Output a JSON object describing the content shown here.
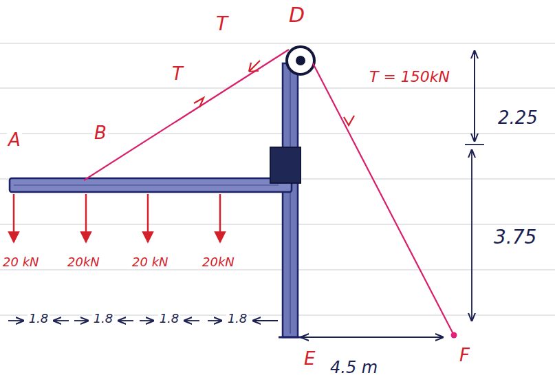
{
  "diagram": {
    "labels": [
      "A",
      "B",
      "T",
      "T",
      "D",
      "T = 150kN",
      "2.25",
      "3.75",
      "20 kN",
      "20kN",
      "20 kN",
      "20kN",
      "1.8",
      "1.8",
      "1.8",
      "1.8",
      "E",
      "4.5 m",
      "F"
    ]
  }
}
